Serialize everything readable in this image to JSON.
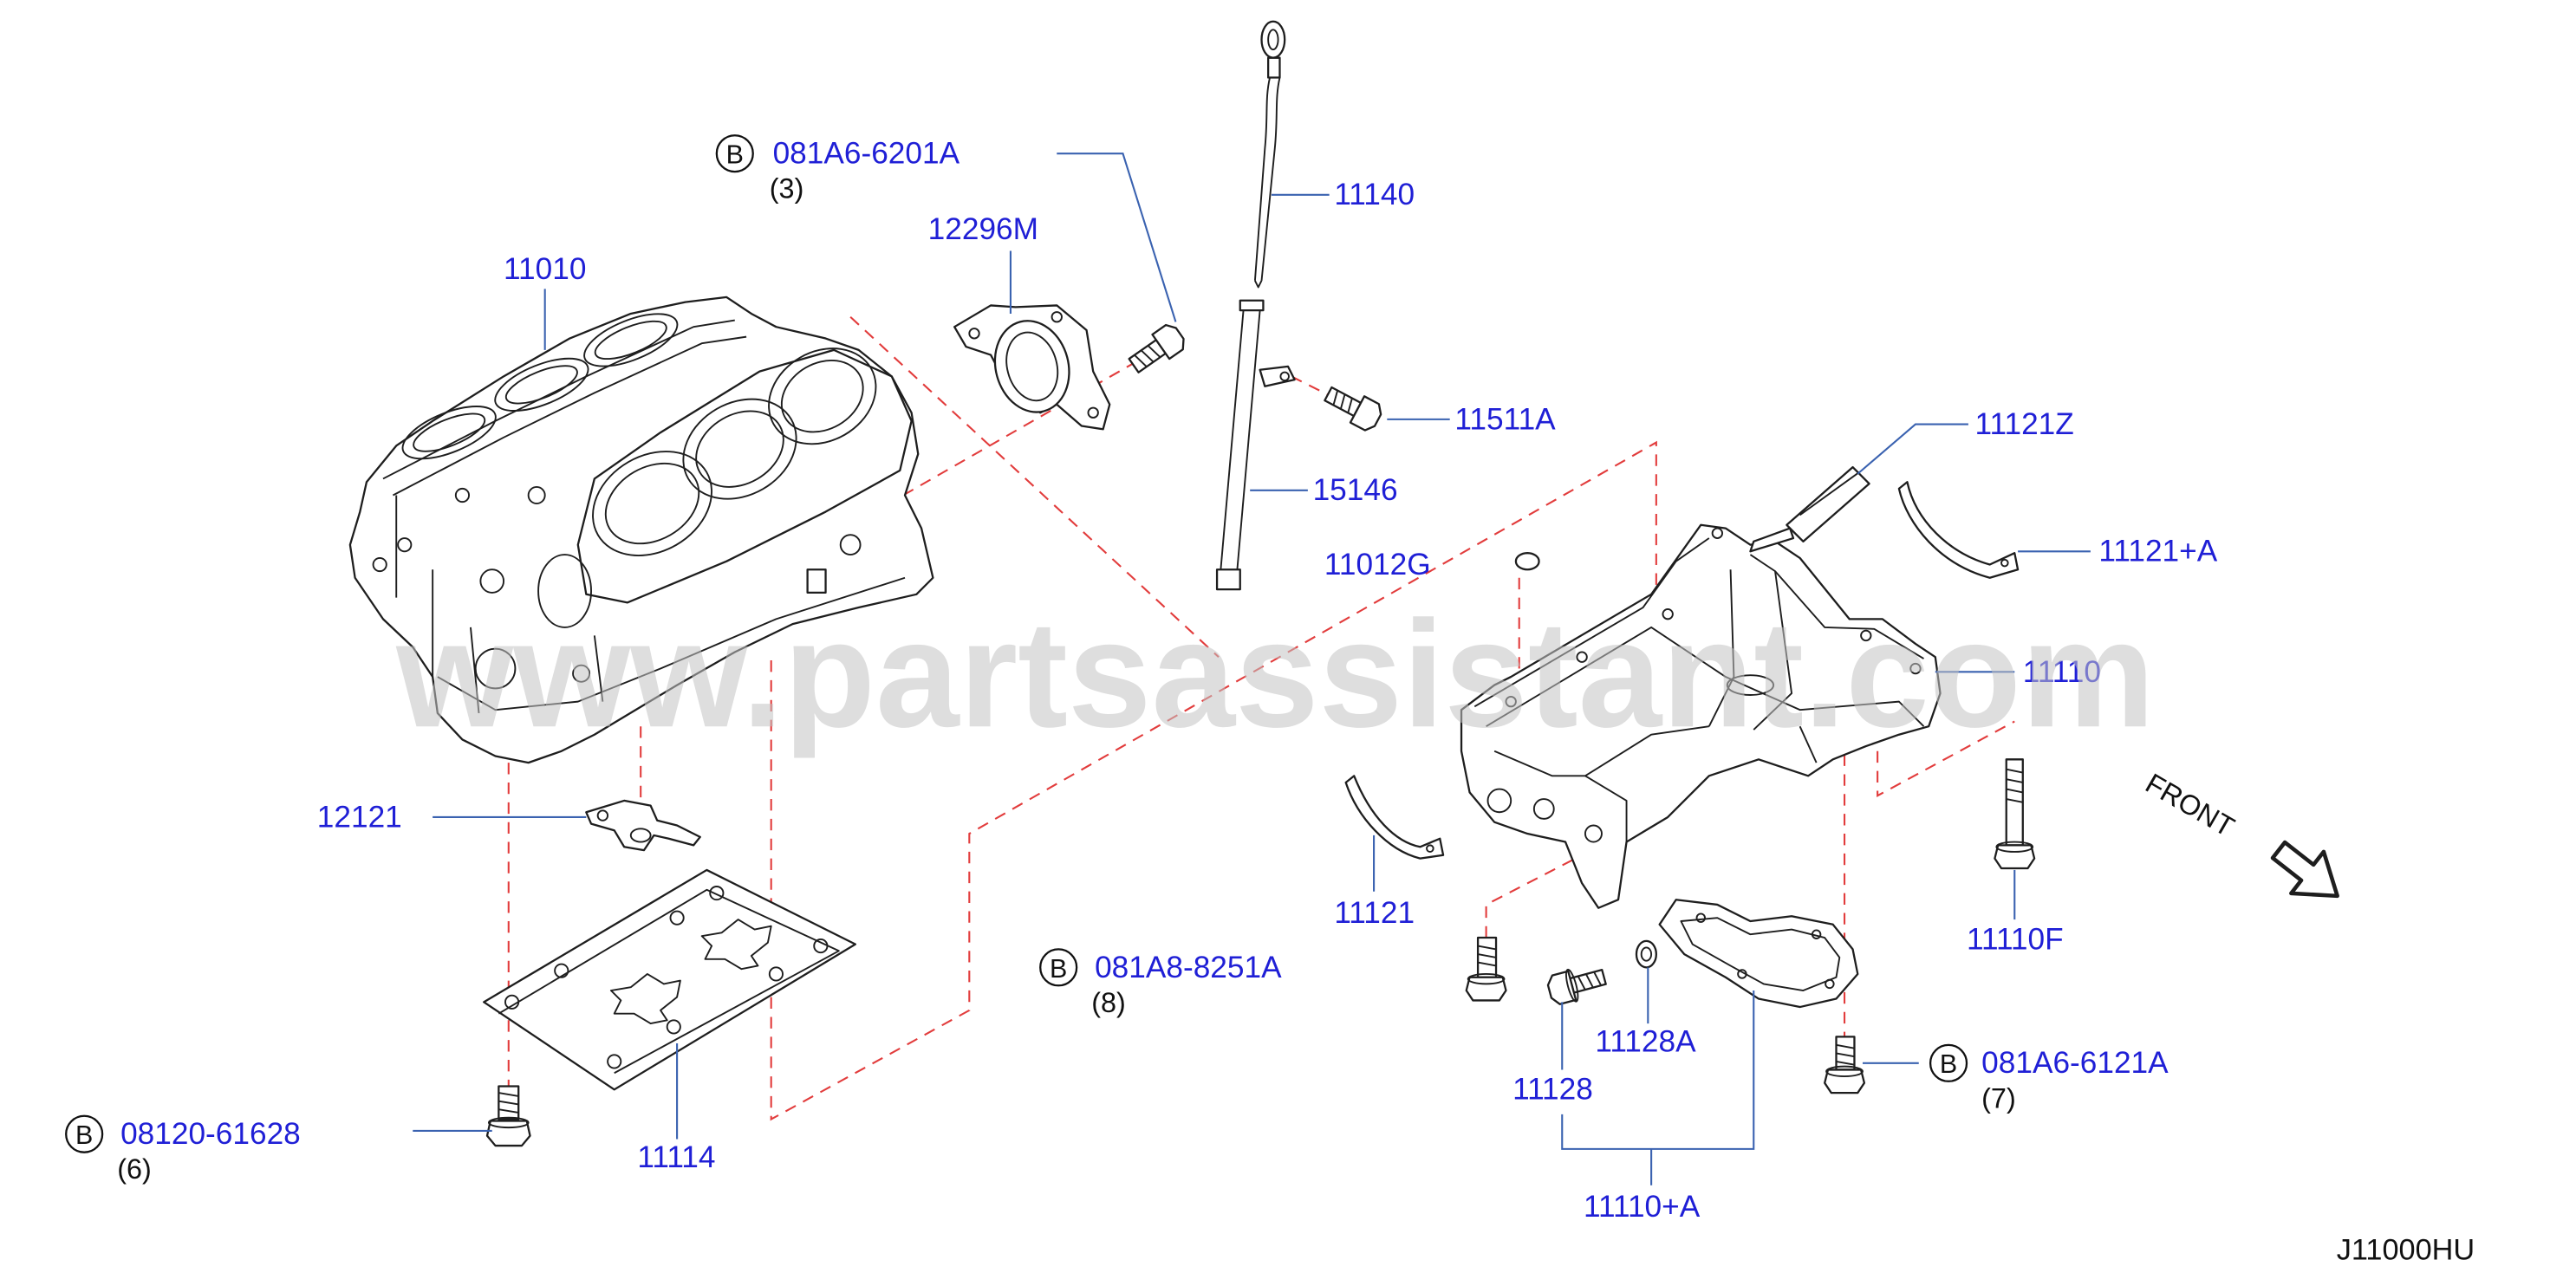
{
  "watermark": "www.partsassistant.com",
  "diagram_code": "J11000HU",
  "front_label": "FRONT",
  "colors": {
    "part_number": "#1f1fd6",
    "leader_line": "#3a62b0",
    "dashed_line": "#e23c3c",
    "drawing": "#1e1e1e",
    "watermark": "#c4c4c4"
  },
  "parts": {
    "cylinder_block": "11010",
    "oil_level_gauge": "11140",
    "rear_seal_retainer": "12296M",
    "bolt_gauge_bracket": "11511A",
    "oil_pan_part_z": "11121Z",
    "gauge_guide": "15146",
    "oil_pan_part_a": "11121+A",
    "plug": "11012G",
    "oil_pan_upper": "11110",
    "sensor": "12121",
    "oil_pan_part": "11121",
    "oil_pan_bolt": "11110F",
    "drain_washer": "11128A",
    "drain_plug": "11128",
    "bearing_beam": "11114",
    "oil_pan_lower": "11110+A"
  },
  "fasteners": [
    {
      "marker": "B",
      "number": "081A6-6201A",
      "qty": "(3)"
    },
    {
      "marker": "B",
      "number": "081A8-8251A",
      "qty": "(8)"
    },
    {
      "marker": "B",
      "number": "081A6-6121A",
      "qty": "(7)"
    },
    {
      "marker": "B",
      "number": "08120-61628",
      "qty": "(6)"
    }
  ]
}
